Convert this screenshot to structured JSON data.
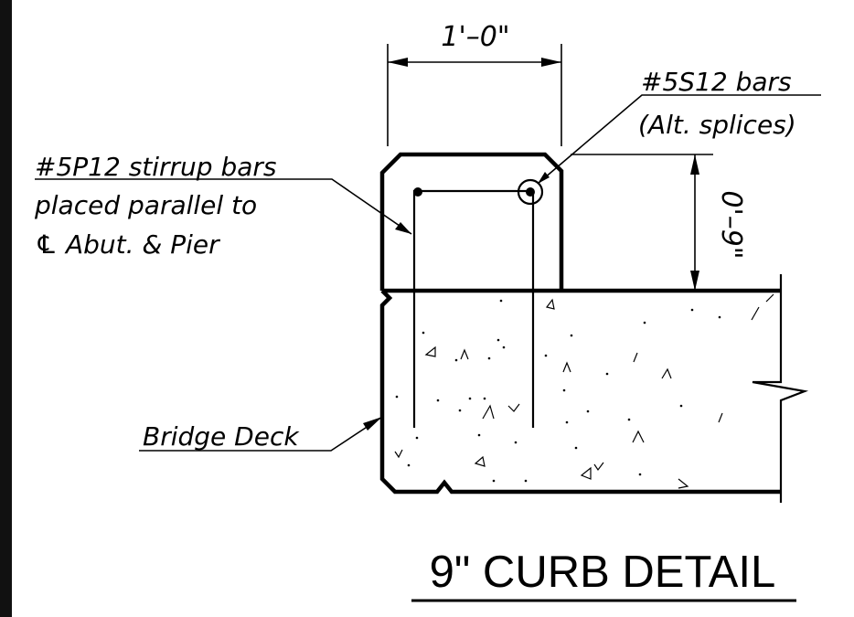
{
  "title": "9\" CURB DETAIL",
  "dimensions": {
    "width": "1'–0\"",
    "height": "0'–9\""
  },
  "callouts": {
    "longitudinal_bars": [
      "#5S12 bars",
      "(Alt. splices)"
    ],
    "stirrup_bars": [
      "#5P12 stirrup bars",
      "placed parallel to",
      "℄ Abut. & Pier"
    ],
    "deck": "Bridge Deck"
  },
  "colors": {
    "ink": "#000000",
    "background": "#ffffff",
    "left_edge_bar": "#111111"
  }
}
